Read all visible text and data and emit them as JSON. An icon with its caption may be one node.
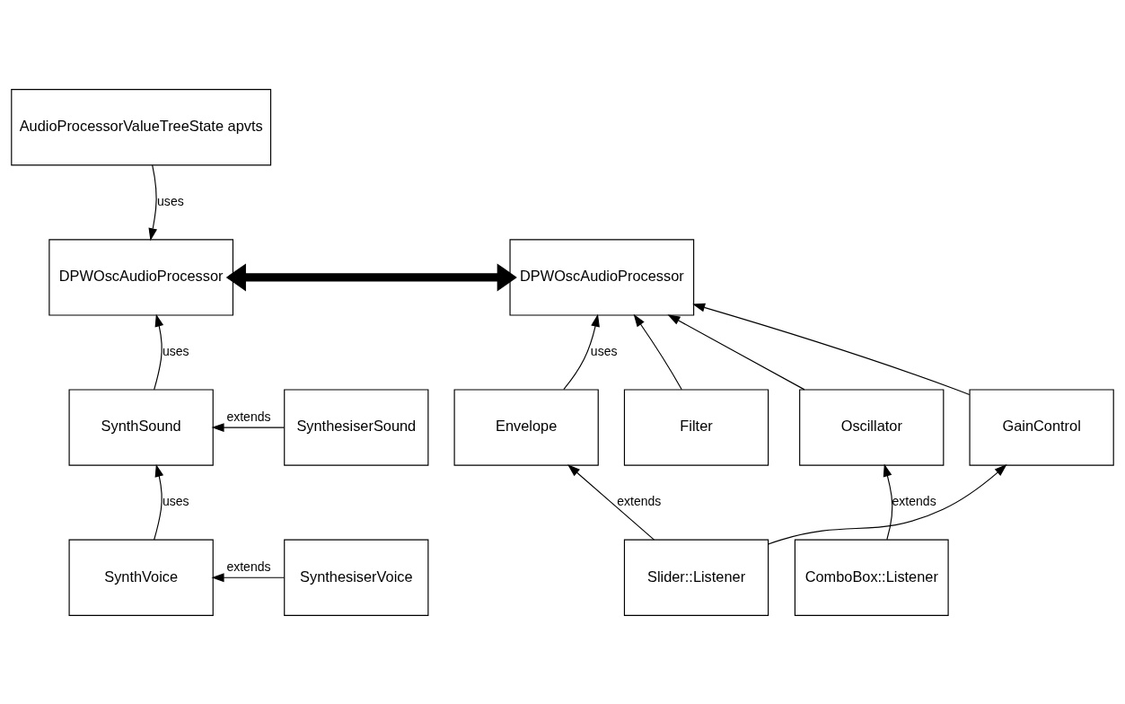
{
  "diagram": {
    "nodes": [
      {
        "text": [
          "AudioProcessorValueTreeState apvts"
        ]
      },
      {
        "text": [
          "DPWOscAudioProcessor"
        ]
      },
      {
        "text": [
          "DPWOscAudioProcessor"
        ]
      },
      {
        "text": [
          "SynthesiserSound"
        ]
      },
      {
        "text": [
          "SynthSound"
        ]
      },
      {
        "text": [
          "Oscillator"
        ]
      },
      {
        "text": [
          "Envelope"
        ]
      },
      {
        "text": [
          "Filter"
        ]
      },
      {
        "text": [
          "GainControl"
        ]
      },
      {
        "text": [
          "SynthesiserVoice"
        ]
      },
      {
        "text": [
          "SynthVoice"
        ]
      },
      {
        "text": [
          "ComboBox::Listener"
        ]
      },
      {
        "text": [
          "Slider::Listener"
        ]
      }
    ],
    "edges": [
      {
        "from": 0,
        "to": 1,
        "arrow": "to",
        "label": "uses"
      },
      {
        "from": 1,
        "to": 2,
        "arrow": "both",
        "style": "thick"
      },
      {
        "from": 4,
        "to": 1,
        "arrow": "to",
        "label": "uses"
      },
      {
        "from": 5,
        "to": 2,
        "arrow": "to"
      },
      {
        "from": 6,
        "to": 2,
        "arrow": "to",
        "label": "uses"
      },
      {
        "from": 7,
        "to": 2,
        "arrow": "to"
      },
      {
        "from": 8,
        "to": 2,
        "arrow": "to"
      },
      {
        "from": 3,
        "to": 4,
        "arrow": "to",
        "label": "extends"
      },
      {
        "from": 10,
        "to": 4,
        "arrow": "to",
        "label": "uses"
      },
      {
        "from": 11,
        "to": 5,
        "arrow": "to",
        "label": "extends"
      },
      {
        "from": 12,
        "to": 6,
        "arrow": "to",
        "label": "extends"
      },
      {
        "from": 12,
        "to": 8,
        "arrow": "to"
      },
      {
        "from": 9,
        "to": 10,
        "arrow": "to",
        "label": "extends"
      }
    ]
  }
}
